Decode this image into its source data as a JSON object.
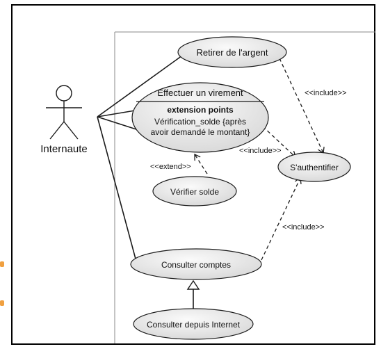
{
  "actor": {
    "name": "Internaute"
  },
  "use_cases": {
    "retirer": "Retirer de l'argent",
    "virement": {
      "title": "Effectuer un virement",
      "extension_header": "extension points",
      "extension_line1": "Vérification_solde {après",
      "extension_line2": "avoir demandé le montant}"
    },
    "authentifier": "S'authentifier",
    "verifier": "Vérifier solde",
    "consulter": "Consulter comptes",
    "consulter_internet": "Consulter depuis Internet"
  },
  "relations": {
    "include_1": "<<include>>",
    "include_2": "<<include>>",
    "include_3": "<<include>>",
    "extend": "<<extend>>"
  },
  "colors": {
    "ellipse_fill": "#e4e4e4",
    "line": "#1a1a1a",
    "accent_marks": "#f0a040"
  }
}
